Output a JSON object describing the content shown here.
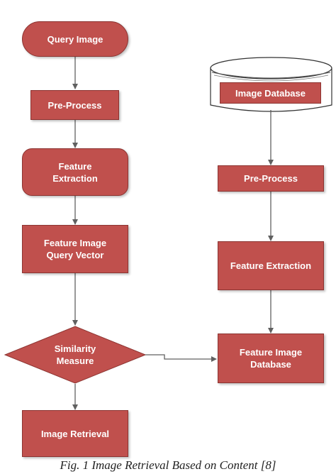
{
  "colors": {
    "node_fill": "#c0504d",
    "node_border": "#8c3431",
    "edge": "#606060"
  },
  "nodes": {
    "query_image": "Query Image",
    "pre_process_left": "Pre-Process",
    "feature_extraction_left": [
      "Feature",
      "Extraction"
    ],
    "feature_image_query_vector": [
      "Feature Image",
      "Query Vector"
    ],
    "similarity_measure": [
      "Similarity",
      "Measure"
    ],
    "image_retrieval": "Image Retrieval",
    "image_database": "Image Database",
    "pre_process_right": "Pre-Process",
    "feature_extraction_right": "Feature Extraction",
    "feature_image_database": [
      "Feature Image",
      "Database"
    ]
  },
  "caption": {
    "text": "Fig. 1 Image Retrieval Based on Content ",
    "ref": "[8]"
  }
}
